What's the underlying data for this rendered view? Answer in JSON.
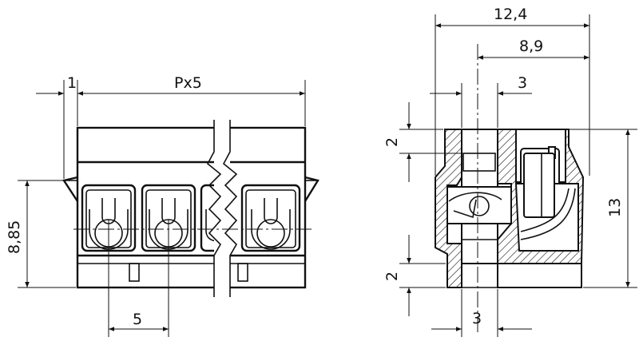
{
  "drawing": {
    "front_view": {
      "dim_top_small": "1",
      "dim_top_pitch": "Px5",
      "dim_left_height": "8,85",
      "dim_bottom_pitch": "5"
    },
    "side_view": {
      "dim_overall_width": "12,4",
      "dim_inner_width": "8,9",
      "dim_top_slot": "3",
      "dim_bottom_slot": "3",
      "dim_upper_step": "2",
      "dim_lower_step": "2",
      "dim_overall_height": "13"
    },
    "colors": {
      "line": "#111111",
      "background": "#ffffff"
    }
  }
}
